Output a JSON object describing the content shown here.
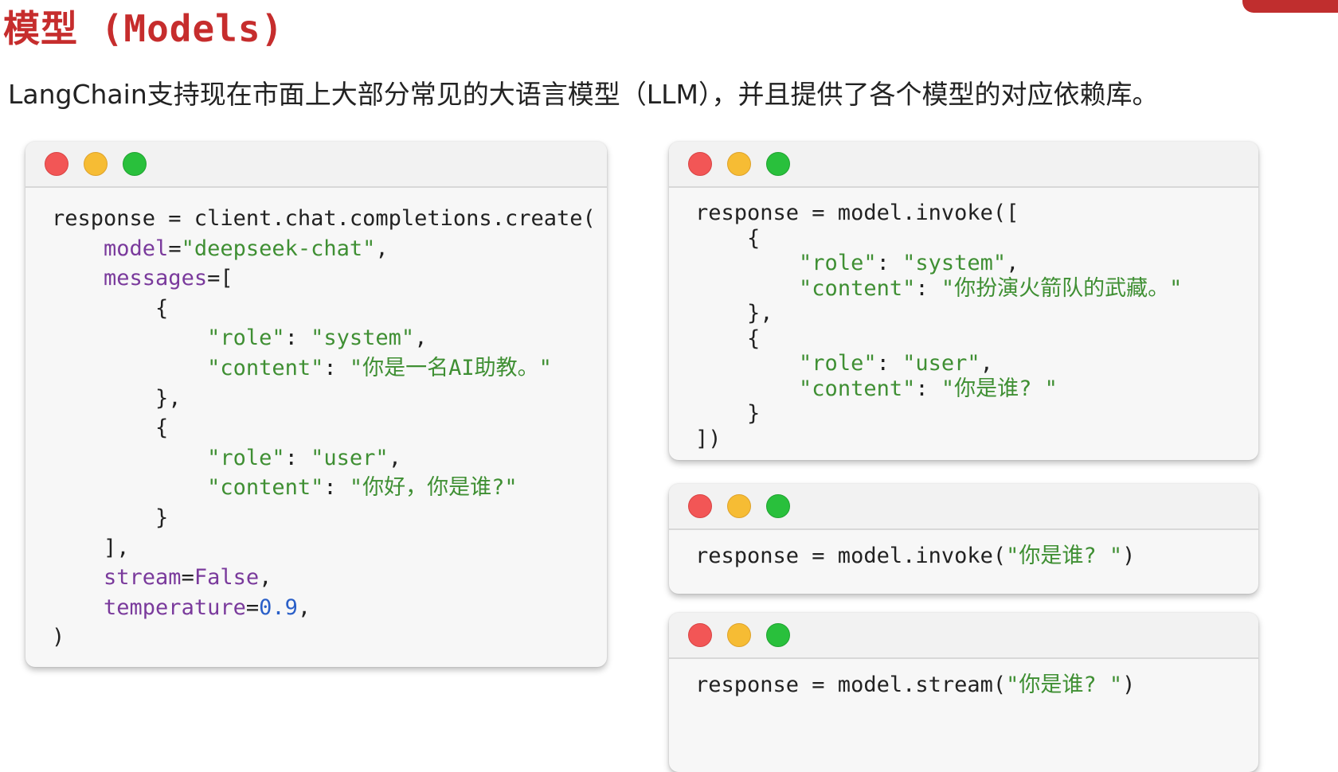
{
  "slide": {
    "title": "模型 (Models)",
    "subtitle": "LangChain支持现在市面上大部分常见的大语言模型（LLM），并且提供了各个模型的对应依赖库。"
  },
  "windows": [
    {
      "id": "openai-client-example",
      "lines": [
        [
          {
            "t": "response = client.chat.completions.create(",
            "c": "plain"
          }
        ],
        [
          {
            "t": "    ",
            "c": "plain"
          },
          {
            "t": "model",
            "c": "kw"
          },
          {
            "t": "=",
            "c": "plain"
          },
          {
            "t": "\"deepseek-chat\"",
            "c": "str"
          },
          {
            "t": ",",
            "c": "plain"
          }
        ],
        [
          {
            "t": "    ",
            "c": "plain"
          },
          {
            "t": "messages",
            "c": "kw"
          },
          {
            "t": "=[",
            "c": "plain"
          }
        ],
        [
          {
            "t": "        {",
            "c": "plain"
          }
        ],
        [
          {
            "t": "            ",
            "c": "plain"
          },
          {
            "t": "\"role\"",
            "c": "str"
          },
          {
            "t": ": ",
            "c": "plain"
          },
          {
            "t": "\"system\"",
            "c": "str"
          },
          {
            "t": ",",
            "c": "plain"
          }
        ],
        [
          {
            "t": "            ",
            "c": "plain"
          },
          {
            "t": "\"content\"",
            "c": "str"
          },
          {
            "t": ": ",
            "c": "plain"
          },
          {
            "t": "\"你是一名AI助教。\"",
            "c": "str"
          }
        ],
        [
          {
            "t": "        },",
            "c": "plain"
          }
        ],
        [
          {
            "t": "        {",
            "c": "plain"
          }
        ],
        [
          {
            "t": "            ",
            "c": "plain"
          },
          {
            "t": "\"role\"",
            "c": "str"
          },
          {
            "t": ": ",
            "c": "plain"
          },
          {
            "t": "\"user\"",
            "c": "str"
          },
          {
            "t": ",",
            "c": "plain"
          }
        ],
        [
          {
            "t": "            ",
            "c": "plain"
          },
          {
            "t": "\"content\"",
            "c": "str"
          },
          {
            "t": ": ",
            "c": "plain"
          },
          {
            "t": "\"你好，你是谁?\"",
            "c": "str"
          }
        ],
        [
          {
            "t": "        }",
            "c": "plain"
          }
        ],
        [
          {
            "t": "    ],",
            "c": "plain"
          }
        ],
        [
          {
            "t": "    ",
            "c": "plain"
          },
          {
            "t": "stream",
            "c": "kw"
          },
          {
            "t": "=",
            "c": "plain"
          },
          {
            "t": "False",
            "c": "kw"
          },
          {
            "t": ",",
            "c": "plain"
          }
        ],
        [
          {
            "t": "    ",
            "c": "plain"
          },
          {
            "t": "temperature",
            "c": "kw"
          },
          {
            "t": "=",
            "c": "plain"
          },
          {
            "t": "0.9",
            "c": "num"
          },
          {
            "t": ",",
            "c": "plain"
          }
        ],
        [
          {
            "t": ")",
            "c": "plain"
          }
        ]
      ]
    },
    {
      "id": "model-invoke-messages",
      "lines": [
        [
          {
            "t": "response = model.invoke([",
            "c": "plain"
          }
        ],
        [
          {
            "t": "    {",
            "c": "plain"
          }
        ],
        [
          {
            "t": "        ",
            "c": "plain"
          },
          {
            "t": "\"role\"",
            "c": "str"
          },
          {
            "t": ": ",
            "c": "plain"
          },
          {
            "t": "\"system\"",
            "c": "str"
          },
          {
            "t": ",",
            "c": "plain"
          }
        ],
        [
          {
            "t": "        ",
            "c": "plain"
          },
          {
            "t": "\"content\"",
            "c": "str"
          },
          {
            "t": ": ",
            "c": "plain"
          },
          {
            "t": "\"你扮演火箭队的武藏。\"",
            "c": "str"
          }
        ],
        [
          {
            "t": "    },",
            "c": "plain"
          }
        ],
        [
          {
            "t": "    {",
            "c": "plain"
          }
        ],
        [
          {
            "t": "        ",
            "c": "plain"
          },
          {
            "t": "\"role\"",
            "c": "str"
          },
          {
            "t": ": ",
            "c": "plain"
          },
          {
            "t": "\"user\"",
            "c": "str"
          },
          {
            "t": ",",
            "c": "plain"
          }
        ],
        [
          {
            "t": "        ",
            "c": "plain"
          },
          {
            "t": "\"content\"",
            "c": "str"
          },
          {
            "t": ": ",
            "c": "plain"
          },
          {
            "t": "\"你是谁? \"",
            "c": "str"
          }
        ],
        [
          {
            "t": "    }",
            "c": "plain"
          }
        ],
        [
          {
            "t": "])",
            "c": "plain"
          }
        ]
      ]
    },
    {
      "id": "model-invoke-string",
      "lines": [
        [
          {
            "t": "response = model.invoke(",
            "c": "plain"
          },
          {
            "t": "\"你是谁? \"",
            "c": "str"
          },
          {
            "t": ")",
            "c": "plain"
          }
        ]
      ]
    },
    {
      "id": "model-stream-string",
      "lines": [
        [
          {
            "t": "response = model.stream(",
            "c": "plain"
          },
          {
            "t": "\"你是谁? \"",
            "c": "str"
          },
          {
            "t": ")",
            "c": "plain"
          }
        ]
      ]
    }
  ],
  "colors": {
    "title": "#c62d2d",
    "keyword": "#7a3a9c",
    "string": "#3f8f33",
    "number": "#2a5fc8",
    "dot_red": "#f25656",
    "dot_yellow": "#f6bc34",
    "dot_green": "#29c03c"
  }
}
